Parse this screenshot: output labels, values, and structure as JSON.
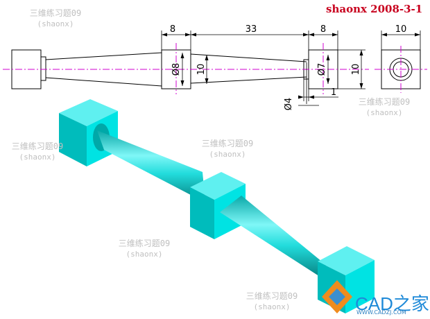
{
  "header": {
    "author_date": "shaonx 2008-3-1"
  },
  "watermark": {
    "title": "三维练习题09",
    "sub": "(shaonx)"
  },
  "dimensions": {
    "d_8_left": "8",
    "d_33": "33",
    "d_8_right": "8",
    "d_10_top": "10",
    "d_dia8": "Ø8",
    "d_10_mid": "10",
    "d_dia7": "Ø7",
    "d_10_right": "10",
    "d_dia4": "Ø4",
    "d_1": "1"
  },
  "logo": {
    "text": "CAD之家",
    "url": "WWW.CADZJ.COM"
  },
  "colors": {
    "solid": "#00e6e6",
    "centerline": "#d000d0",
    "author": "#c8001e",
    "watermark": "#c0c0c0"
  }
}
